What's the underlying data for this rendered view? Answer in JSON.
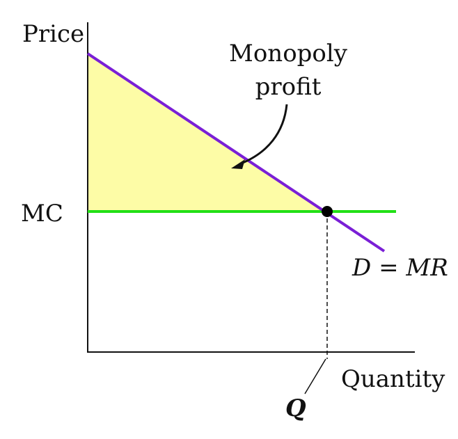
{
  "axes": {
    "y_label": "Price",
    "x_label": "Quantity",
    "y_mark_label": "MC",
    "x_mark_label": "Q"
  },
  "curves": {
    "demand_label_d": "D",
    "demand_label_eq": " = ",
    "demand_label_mr": "MR"
  },
  "annotation": {
    "line1": "Monopoly",
    "line2": "profit"
  },
  "colors": {
    "demand": "#7a1fd6",
    "mc": "#22e016",
    "profit_fill": "#fdfca6",
    "axis": "#111111",
    "point": "#000000"
  }
}
